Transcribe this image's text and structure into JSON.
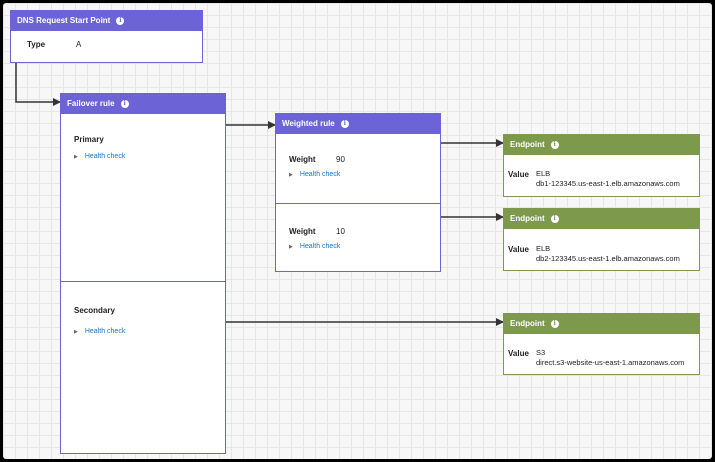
{
  "start_point": {
    "title": "DNS Request Start Point",
    "info_symbol": "i",
    "type_label": "Type",
    "type_value": "A"
  },
  "failover": {
    "title": "Failover rule",
    "primary_label": "Primary",
    "secondary_label": "Secondary",
    "health_check": "Health check"
  },
  "weighted": {
    "title": "Weighted rule",
    "weight_label": "Weight",
    "rows": [
      {
        "weight": "90",
        "health_check": "Health check"
      },
      {
        "weight": "10",
        "health_check": "Health check"
      }
    ]
  },
  "endpoints": [
    {
      "title": "Endpoint",
      "value_label": "Value",
      "kind": "ELB",
      "address": "db1-123345.us-east-1.elb.amazonaws.com"
    },
    {
      "title": "Endpoint",
      "value_label": "Value",
      "kind": "ELB",
      "address": "db2-123345.us-east-1.elb.amazonaws.com"
    },
    {
      "title": "Endpoint",
      "value_label": "Value",
      "kind": "S3",
      "address": "direct.s3-website-us-east-1.amazonaws.com"
    }
  ],
  "icons": {
    "info": "info-icon",
    "expand": "triangle-right-icon",
    "arrow": "arrow-right-icon"
  },
  "colors": {
    "rule_header": "#6b63d6",
    "endpoint_header": "#7d9a4c",
    "link": "#1a73c9",
    "connector": "#333333"
  }
}
